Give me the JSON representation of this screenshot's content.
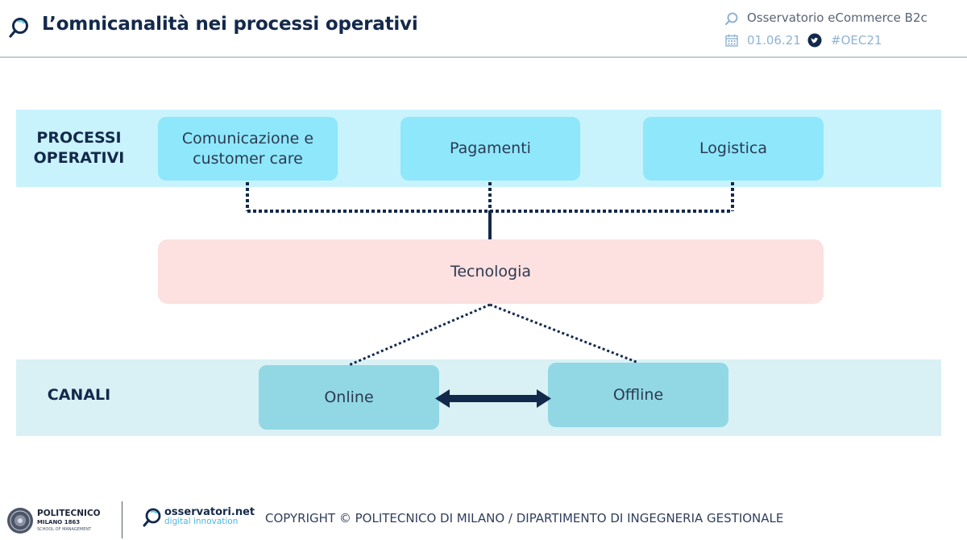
{
  "header": {
    "title": "L’omnicanalità nei processi operativi",
    "observatory": "Osservatorio eCommerce B2c",
    "date": "01.06.21",
    "hashtag": "#OEC21"
  },
  "diagram": {
    "process_band_label": "PROCESSI\nOPERATIVI",
    "processes": [
      "Comunicazione e\ncustomer care",
      "Pagamenti",
      "Logistica"
    ],
    "technology": "Tecnologia",
    "channels_band_label": "CANALI",
    "channels": [
      "Online",
      "Offline"
    ]
  },
  "footer": {
    "polimi_name": "POLITECNICO",
    "polimi_city": "MILANO 1863",
    "polimi_school": "SCHOOL OF MANAGEMENT",
    "osservatori_name": "osservatori.net",
    "osservatori_tag": "digital innovation",
    "copyright": "COPYRIGHT © POLITECNICO DI MILANO / DIPARTIMENTO DI INGEGNERIA GESTIONALE"
  },
  "colors": {
    "navy": "#13294b",
    "process_band": "#c9f3fc",
    "process_box": "#8ee7fb",
    "tech_box": "#fde0e0",
    "channel_band": "#d9f1f5",
    "channel_box": "#91d8e4"
  },
  "icons": [
    "magnifier-logo-icon",
    "calendar-icon",
    "twitter-icon",
    "search-icon",
    "polimi-seal-icon"
  ]
}
